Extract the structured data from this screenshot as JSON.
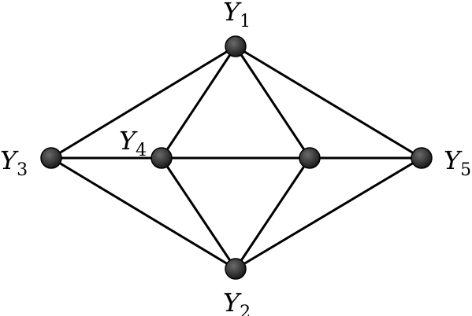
{
  "graph": {
    "nodes": [
      {
        "id": "y1",
        "symbol": "Y",
        "subscript": "1"
      },
      {
        "id": "y2",
        "symbol": "Y",
        "subscript": "2"
      },
      {
        "id": "y3",
        "symbol": "Y",
        "subscript": "3"
      },
      {
        "id": "y4",
        "symbol": "Y",
        "subscript": "4"
      },
      {
        "id": "y5",
        "symbol": "Y",
        "subscript": "5"
      },
      {
        "id": "n6",
        "symbol": "",
        "subscript": ""
      }
    ],
    "edges": [
      [
        "y1",
        "y3"
      ],
      [
        "y1",
        "y4"
      ],
      [
        "y1",
        "n6"
      ],
      [
        "y1",
        "y5"
      ],
      [
        "y3",
        "y4"
      ],
      [
        "y4",
        "n6"
      ],
      [
        "n6",
        "y5"
      ],
      [
        "y3",
        "y2"
      ],
      [
        "y4",
        "y2"
      ],
      [
        "n6",
        "y2"
      ],
      [
        "y5",
        "y2"
      ]
    ],
    "colors": {
      "edge": "#000000",
      "node_fill_light": "#6a6a6a",
      "node_fill_dark": "#1a1a1a"
    }
  }
}
